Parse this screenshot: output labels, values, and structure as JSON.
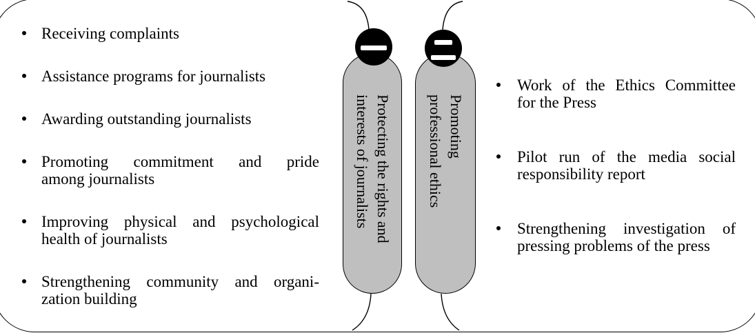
{
  "background": "#ffffff",
  "colors": {
    "text": "#000000",
    "capsule_fill": "#bfbfbf",
    "capsule_border": "#000000",
    "badge_fill": "#000000",
    "badge_glyph": "#ffffff",
    "connector": "#000000",
    "frame_border": "#000000"
  },
  "left_panel": {
    "items": [
      {
        "lines": [
          "Receiving complaints"
        ]
      },
      {
        "lines": [
          "Assistance programs for journalists"
        ]
      },
      {
        "lines": [
          "Awarding outstanding journalists"
        ]
      },
      {
        "lines": [
          "Promoting commitment and pride",
          "among journalists"
        ]
      },
      {
        "lines": [
          "Improving physical and psychological",
          "health of journalists"
        ]
      },
      {
        "lines": [
          "Strengthening community and organi-",
          "zation building"
        ]
      }
    ]
  },
  "right_panel": {
    "items": [
      {
        "lines": [
          "Work of the Ethics Committee",
          "for the Press"
        ]
      },
      {
        "lines": [
          "Pilot run of the media social",
          "responsibility report"
        ]
      },
      {
        "lines": [
          "Strengthening investigation of",
          "pressing problems of the press"
        ]
      }
    ]
  },
  "capsules": [
    {
      "lines": [
        "Protecting the rights and",
        "interests of journalists"
      ],
      "badge": {
        "icon": "numeral-one-badge-icon",
        "bars": 1
      }
    },
    {
      "lines": [
        "Promoting",
        "professional ethics"
      ],
      "badge": {
        "icon": "numeral-two-badge-icon",
        "bars": 2
      }
    }
  ]
}
